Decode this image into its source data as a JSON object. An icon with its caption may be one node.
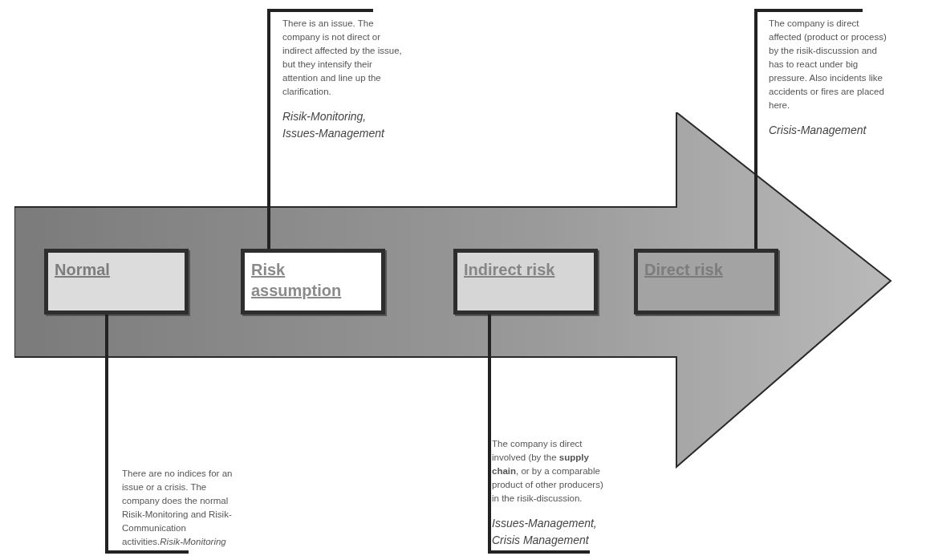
{
  "diagram": {
    "nodes": [
      {
        "text": [],
        "shape": "arrow"
      },
      {
        "text": [
          "Normal"
        ],
        "in": 0
      },
      {
        "text": [
          "Risk assumption"
        ],
        "in": 0
      },
      {
        "text": [
          "Indirect risk"
        ],
        "in": 0
      },
      {
        "text": [
          "Direct risk"
        ],
        "in": 0
      },
      {
        "text": [
          "There are no indices for an issue or a crisis. The company does the normal Risik-Monitoring and Risik-Communication activities.*Risik-Monitoring*"
        ]
      },
      {
        "text": [
          "There is an issue. The company is not direct or indirect affected by the issue, but they intensify their attention and line up the clarification.",
          "Risik-Monitoring, Issues-Management"
        ]
      },
      {
        "text": [
          "The company is direct involved (by the **supply chain**, or by a comparable product of other producers) in the risik-discussion.",
          "Issues-Management, Crisis Management"
        ]
      },
      {
        "text": [
          "The company is direct affected (product or process) by the risik-discussion and has to react under big pressure. Also incidents like accidents or fires are placed here.",
          "Crisis-Management"
        ]
      }
    ],
    "edges": [
      {
        "from": 5,
        "to": 1,
        "arrow": "none"
      },
      {
        "from": 6,
        "to": 2,
        "arrow": "none"
      },
      {
        "from": 7,
        "to": 3,
        "arrow": "none"
      },
      {
        "from": 8,
        "to": 4,
        "arrow": "none"
      }
    ]
  }
}
